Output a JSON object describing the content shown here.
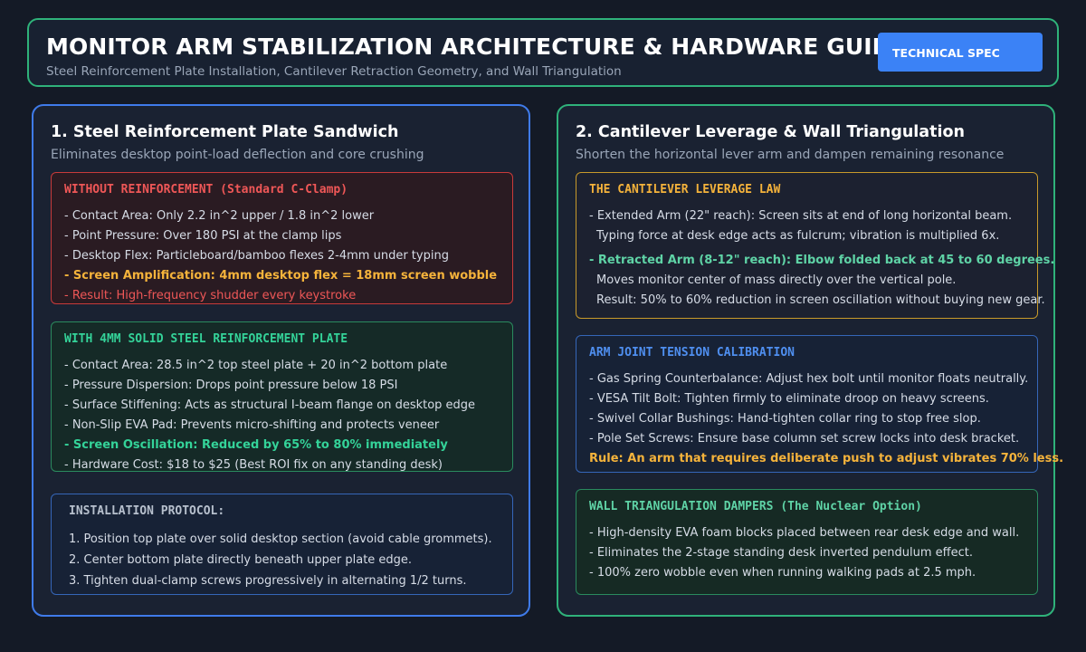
{
  "header": {
    "title": "MONITOR ARM STABILIZATION ARCHITECTURE & HARDWARE GUIDE",
    "subtitle": "Steel Reinforcement Plate Installation, Cantilever Retraction Geometry, and Wall Triangulation",
    "badge": "TECHNICAL SPEC"
  },
  "left": {
    "title": "1. Steel Reinforcement Plate Sandwich",
    "subtitle": "Eliminates desktop point-load deflection and core crushing",
    "without": {
      "title": "WITHOUT REINFORCEMENT (Standard C-Clamp)",
      "lines": [
        "- Contact Area: Only 2.2 in^2 upper / 1.8 in^2 lower",
        "- Point Pressure: Over 180 PSI at the clamp lips",
        "- Desktop Flex: Particleboard/bamboo flexes 2-4mm under typing",
        "- Screen Amplification: 4mm desktop flex = 18mm screen wobble",
        "- Result: High-frequency shudder every keystroke"
      ]
    },
    "with": {
      "title": "WITH 4MM SOLID STEEL REINFORCEMENT PLATE",
      "lines": [
        "- Contact Area: 28.5 in^2 top steel plate + 20 in^2 bottom plate",
        "- Pressure Dispersion: Drops point pressure below 18 PSI",
        "- Surface Stiffening: Acts as structural I-beam flange on desktop edge",
        "- Non-Slip EVA Pad: Prevents micro-shifting and protects veneer",
        "- Screen Oscillation: Reduced by 65% to 80% immediately",
        "- Hardware Cost: $18 to $25 (Best ROI fix on any standing desk)"
      ]
    },
    "install": {
      "title": "INSTALLATION PROTOCOL:",
      "lines": [
        "1. Position top plate over solid desktop section (avoid cable grommets).",
        "2. Center bottom plate directly beneath upper plate edge.",
        "3. Tighten dual-clamp screws progressively in alternating 1/2 turns."
      ]
    }
  },
  "right": {
    "title": "2. Cantilever Leverage & Wall Triangulation",
    "subtitle": "Shorten the horizontal lever arm and dampen remaining resonance",
    "law": {
      "title": "THE CANTILEVER LEVERAGE LAW",
      "lines": [
        "- Extended Arm (22\" reach): Screen sits at end of long horizontal beam.",
        "Typing force at desk edge acts as fulcrum; vibration is multiplied 6x.",
        "- Retracted Arm (8-12\" reach): Elbow folded back at 45 to 60 degrees.",
        "Moves monitor center of mass directly over the vertical pole.",
        "Result: 50% to 60% reduction in screen oscillation without buying new gear."
      ]
    },
    "tension": {
      "title": "ARM JOINT TENSION CALIBRATION",
      "lines": [
        "- Gas Spring Counterbalance: Adjust hex bolt until monitor floats neutrally.",
        "- VESA Tilt Bolt: Tighten firmly to eliminate droop on heavy screens.",
        "- Swivel Collar Bushings: Hand-tighten collar ring to stop free slop.",
        "- Pole Set Screws: Ensure base column set screw locks into desk bracket.",
        "Rule: An arm that requires deliberate push to adjust vibrates 70% less."
      ]
    },
    "dampers": {
      "title": "WALL TRIANGULATION DAMPERS (The Nuclear Option)",
      "lines": [
        "- High-density EVA foam blocks placed between rear desk edge and wall.",
        "- Eliminates the 2-stage standing desk inverted pendulum effect.",
        "- 100% zero wobble even when running walking pads at 2.5 mph."
      ]
    }
  },
  "colors": {
    "accent_blue": "#3f7bea",
    "accent_green": "#2fb27a",
    "warning_red": "#ef5757",
    "success_green": "#34d399",
    "highlight_amber": "#f5b33b"
  }
}
